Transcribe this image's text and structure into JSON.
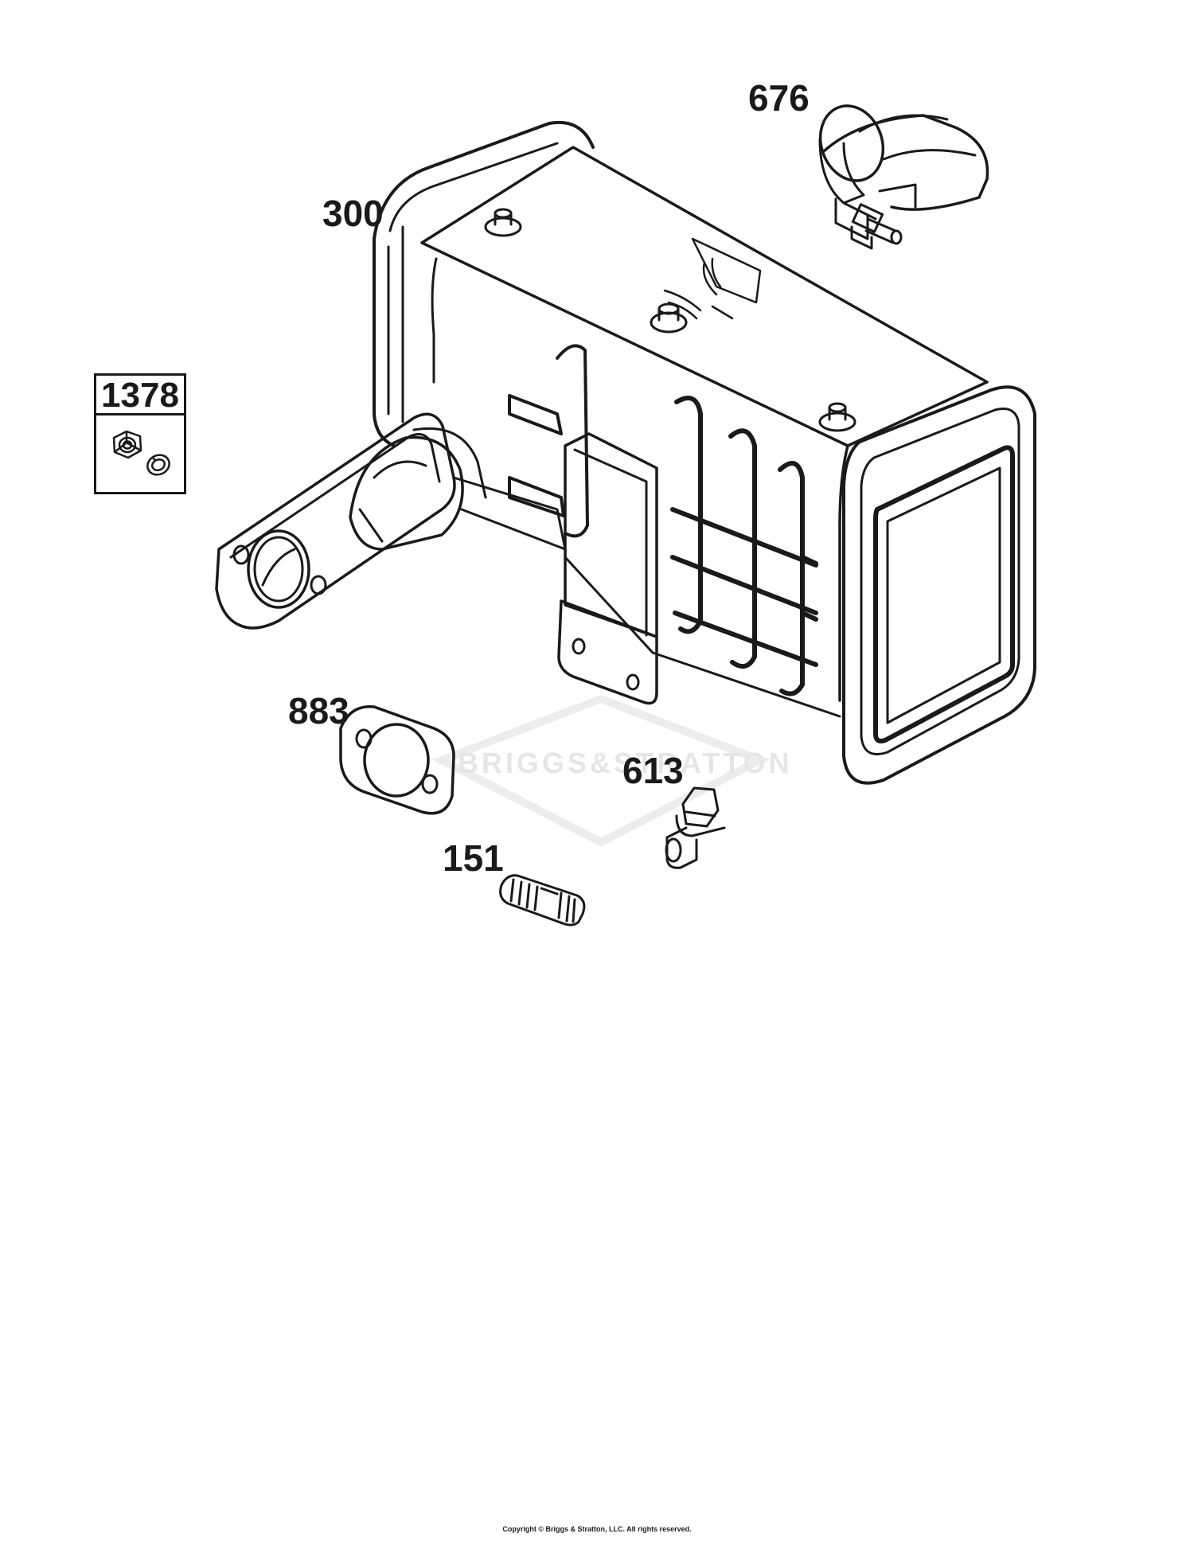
{
  "callouts": {
    "muffler": "300",
    "deflector": "676",
    "hardware_kit": "1378",
    "gasket": "883",
    "screw": "613",
    "stud": "151"
  },
  "watermark": "BRIGGS&STRATTON",
  "copyright": "Copyright © Briggs & Stratton, LLC. All rights reserved.",
  "colors": {
    "line": "#1a1a1a",
    "watermark": "#e6e6e6"
  }
}
